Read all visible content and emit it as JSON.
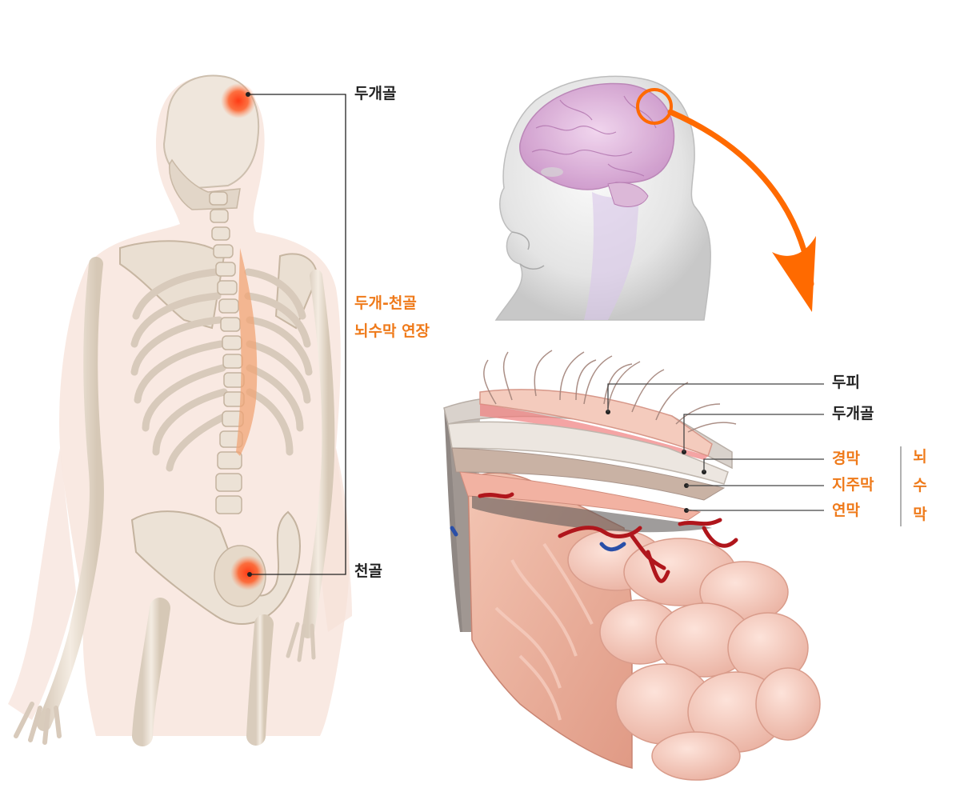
{
  "colors": {
    "accent": "#ef7a1a",
    "marker": "#ff4a1c",
    "label_dark": "#222222",
    "bone": "#ede4d8",
    "skin": "#f5ddd3",
    "brain": "#e9a893"
  },
  "spine_figure": {
    "label_skull": "두개골",
    "label_extension_line1": "두개-천골",
    "label_extension_line2": "뇌수막 연장",
    "label_sacrum": "천골"
  },
  "brain_section": {
    "label_scalp": "두피",
    "label_skull": "두개골",
    "label_dura": "경막",
    "label_arachnoid": "지주막",
    "label_pia": "연막",
    "meninges_vertical": [
      "뇌",
      "수",
      "막"
    ]
  }
}
